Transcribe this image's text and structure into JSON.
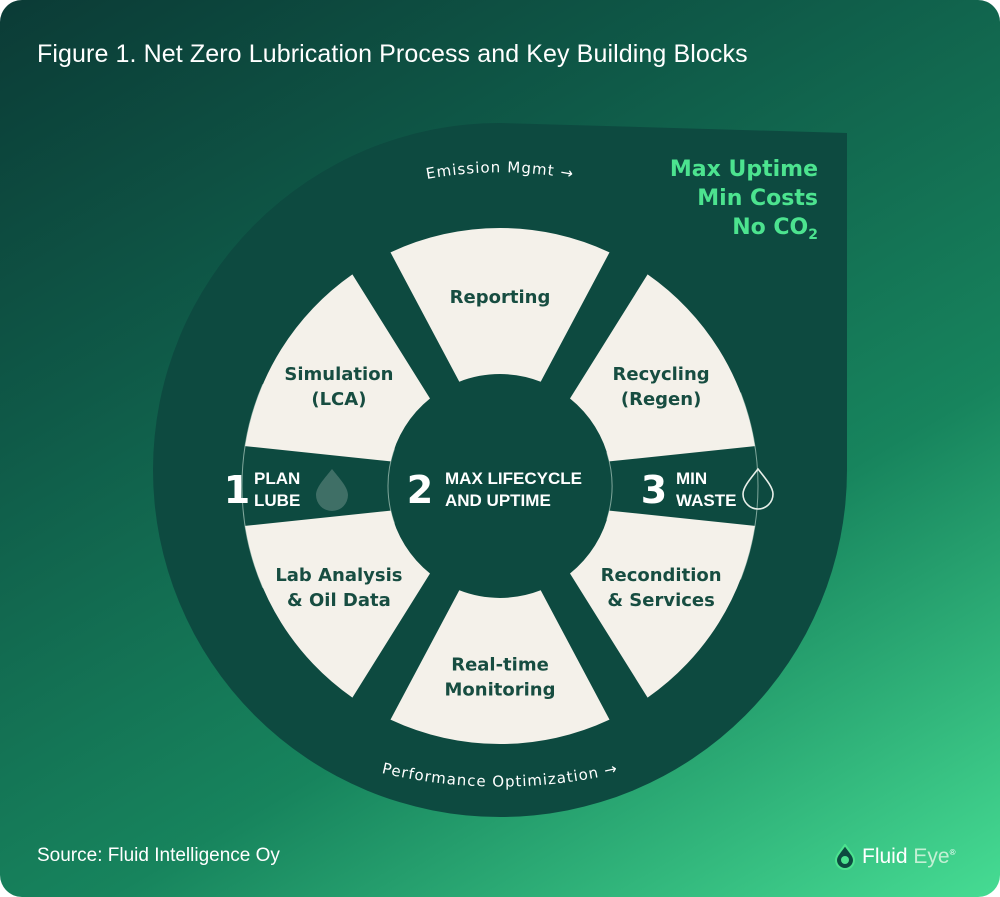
{
  "figure": {
    "title": "Figure 1. Net Zero Lubrication Process and Key Building Blocks",
    "source": "Source: Fluid Intelligence Oy"
  },
  "goals": {
    "line1": "Max Uptime",
    "line2": "Min Costs",
    "line3_main": "No CO",
    "line3_sub": "2"
  },
  "ring_labels": {
    "top": "Emission Mgmt",
    "bottom": "Performance Optimization"
  },
  "blocks": {
    "reporting": [
      "Reporting"
    ],
    "simulation": [
      "Simulation",
      "(LCA)"
    ],
    "recycling": [
      "Recycling",
      "(Regen)"
    ],
    "lab_analysis": [
      "Lab Analysis",
      "& Oil Data"
    ],
    "recondition": [
      "Recondition",
      "& Services"
    ],
    "realtime": [
      "Real-time",
      "Monitoring"
    ]
  },
  "steps": {
    "plan": {
      "number": "1",
      "line1": "PLAN",
      "line2": "LUBE"
    },
    "max": {
      "number": "2",
      "line1": "MAX LIFECYCLE",
      "line2": "AND UPTIME"
    },
    "min": {
      "number": "3",
      "line1": "MIN",
      "line2": "WASTE"
    }
  },
  "logo": {
    "word1": "Fluid",
    "word2": "Eye",
    "mark": "®"
  },
  "colors": {
    "dark_green": "#0d4a40",
    "block_fill": "#f4f1ea",
    "block_text": "#174d41",
    "goal_text": "#4ce38f",
    "white": "#ffffff"
  }
}
